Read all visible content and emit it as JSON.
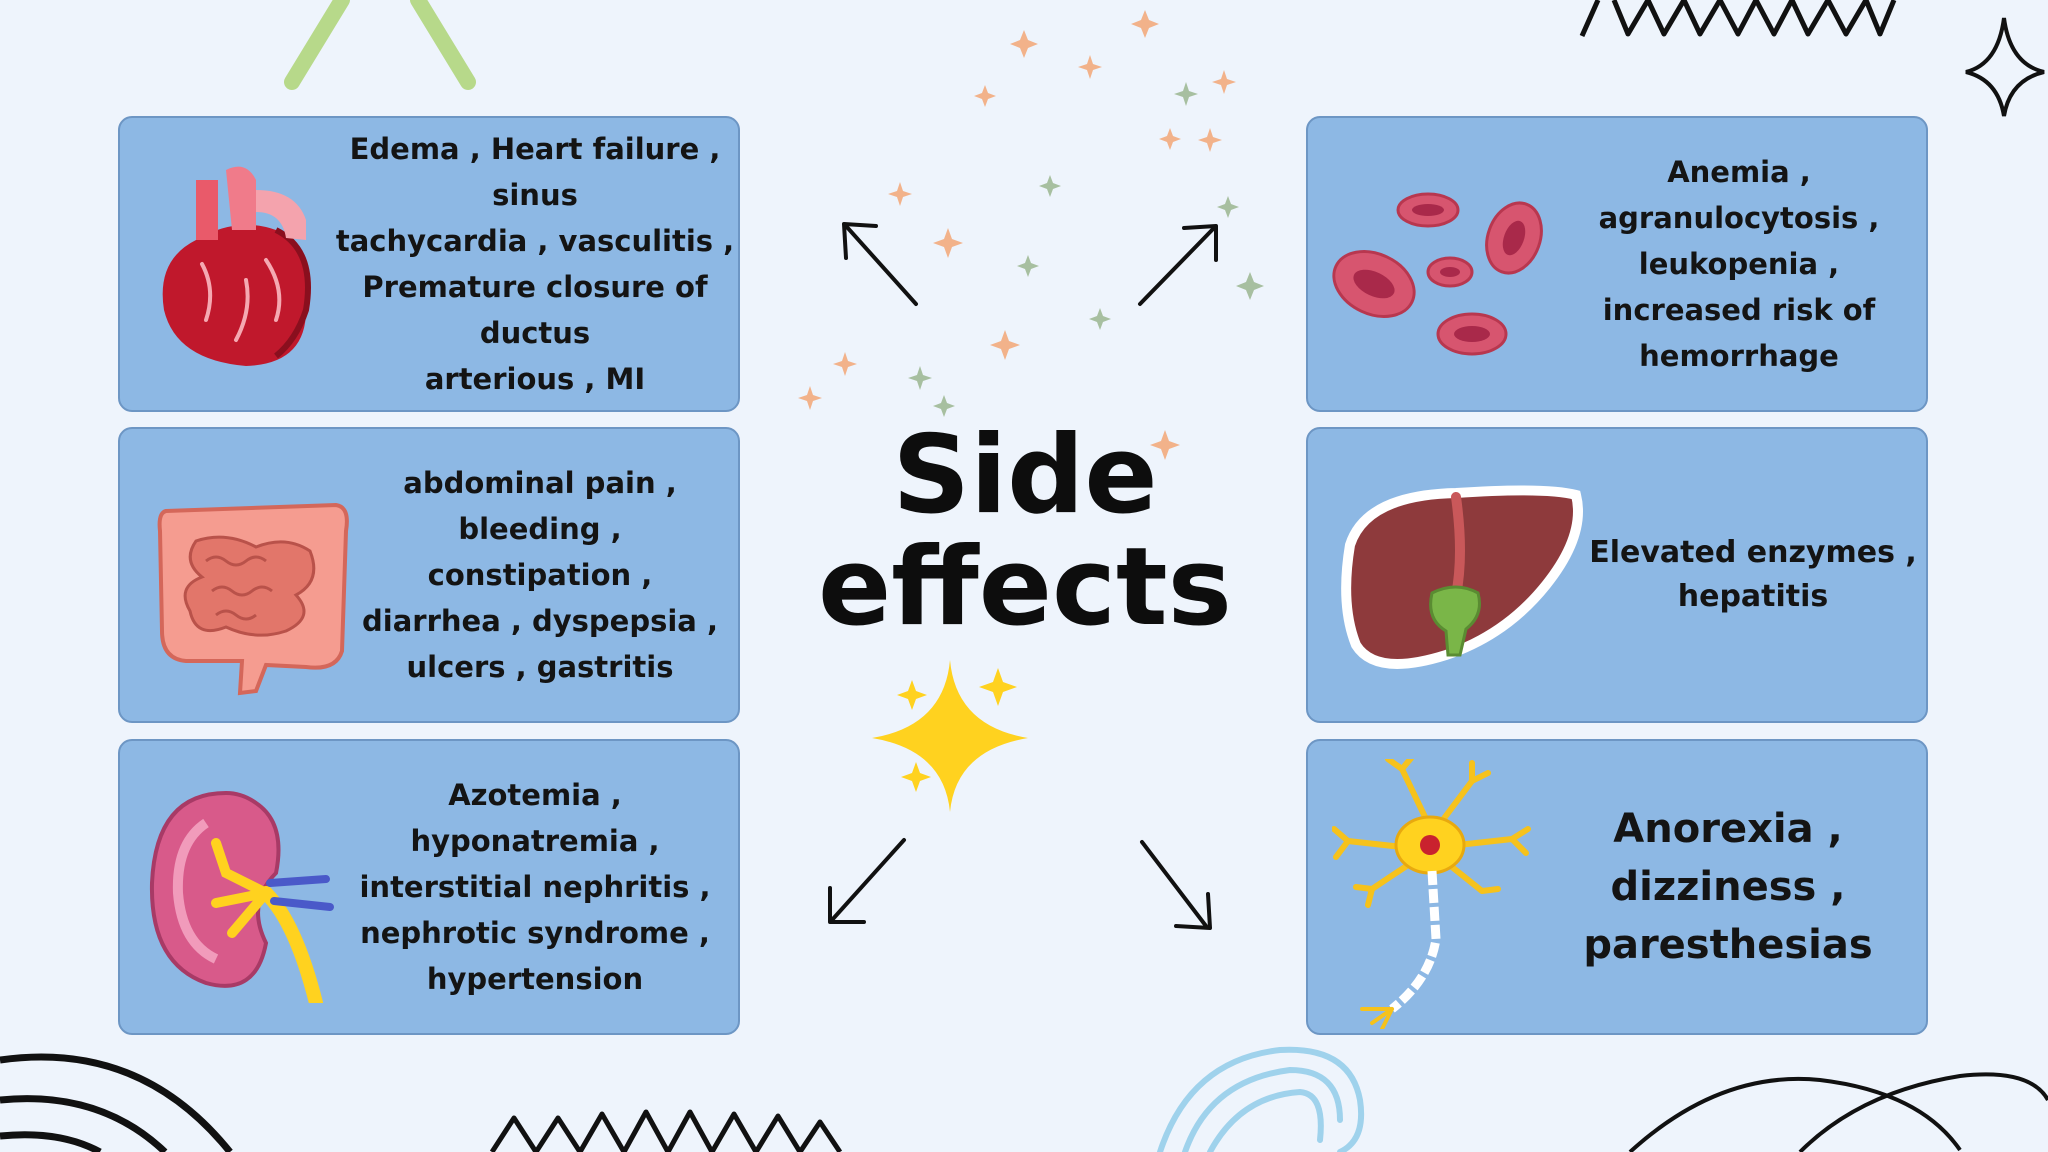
{
  "title": {
    "line1": "Side",
    "line2": "effects"
  },
  "cards": [
    {
      "organ": "heart",
      "lines": [
        "Edema , Heart failure ,",
        "sinus",
        "tachycardia , vasculitis ,",
        "Premature closure of",
        "ductus",
        "arterious , MI"
      ]
    },
    {
      "organ": "intestines",
      "lines": [
        "abdominal pain ,",
        "bleeding ,",
        "constipation ,",
        "diarrhea , dyspepsia ,",
        "ulcers , gastritis"
      ]
    },
    {
      "organ": "kidney",
      "lines": [
        "Azotemia ,",
        "hyponatremia ,",
        "interstitial nephritis ,",
        "nephrotic syndrome ,",
        "hypertension"
      ]
    },
    {
      "organ": "blood-cells",
      "lines": [
        "Anemia ,",
        "agranulocytosis ,",
        "leukopenia ,",
        "increased risk of",
        "hemorrhage"
      ]
    },
    {
      "organ": "liver",
      "lines": [
        "Elevated enzymes ,",
        "hepatitis"
      ]
    },
    {
      "organ": "neuron",
      "lines": [
        "Anorexia ,",
        "dizziness ,",
        "paresthesias"
      ]
    }
  ],
  "colors": {
    "background": "#eef4fc",
    "card": "#8db8e4",
    "card_border": "#6d96c4",
    "text": "#141414",
    "sparkle_gold": "#ffd21f"
  }
}
